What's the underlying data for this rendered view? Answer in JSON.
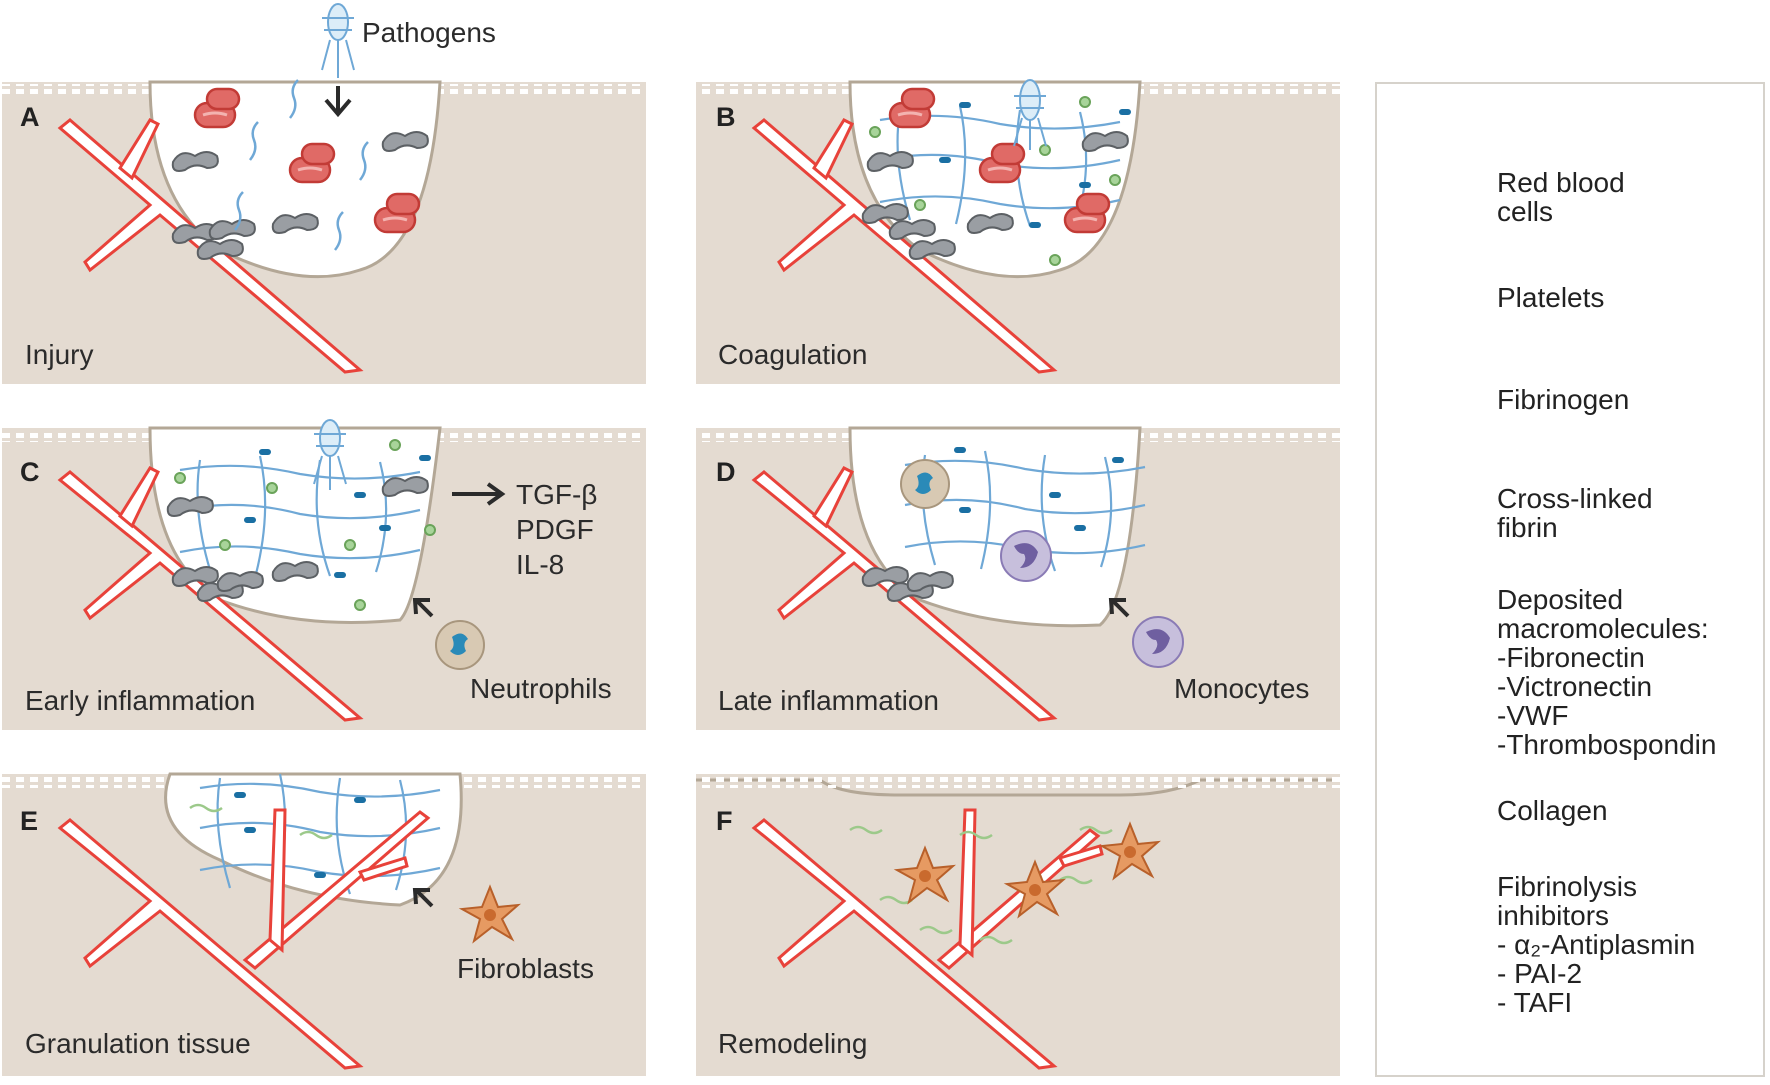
{
  "pathogens_label": "Pathogens",
  "panels": [
    {
      "letter": "A",
      "caption": "Injury"
    },
    {
      "letter": "B",
      "caption": "Coagulation"
    },
    {
      "letter": "C",
      "caption": "Early inflammation"
    },
    {
      "letter": "D",
      "caption": "Late inflammation"
    },
    {
      "letter": "E",
      "caption": "Granulation tissue"
    },
    {
      "letter": "F",
      "caption": "Remodeling"
    }
  ],
  "growth_factors": [
    "TGF-β",
    "PDGF",
    "IL-8"
  ],
  "cell_labels": {
    "neutrophils": "Neutrophils",
    "monocytes": "Monocytes",
    "fibroblasts": "Fibroblasts"
  },
  "legend": [
    {
      "icon": "red-blood-cell-icon",
      "text": "Red blood\ncells"
    },
    {
      "icon": "platelet-icon",
      "text": "Platelets"
    },
    {
      "icon": "fibrinogen-icon",
      "text": "Fibrinogen"
    },
    {
      "icon": "cross-linked-fibrin-icon",
      "text": "Cross-linked\nfibrin"
    },
    {
      "icon": "macromolecule-icon",
      "text": "Deposited\nmacromolecules:\n-Fibronectin\n-Victronectin\n-VWF\n-Thrombospondin"
    },
    {
      "icon": "collagen-icon",
      "text": "Collagen"
    },
    {
      "icon": "inhibitor-icon",
      "text": "Fibrinolysis\ninhibitors\n- α₂-Antiplasmin\n- PAI-2\n- TAFI"
    }
  ],
  "colors": {
    "tissue": "#e4dbd1",
    "tissue_edge": "#b3a796",
    "vessel": "#e8423a",
    "rbc": "#d9534f",
    "platelet": "#8a8d90",
    "fibrin": "#6fa8d6",
    "macromolecule": "#1a6fa3",
    "inhibitor": "#7cb26b",
    "neutrophil": "#2a8ab8",
    "monocyte": "#8a7bb5",
    "fibroblast": "#d9824a",
    "collagen": "#9cc98a"
  }
}
